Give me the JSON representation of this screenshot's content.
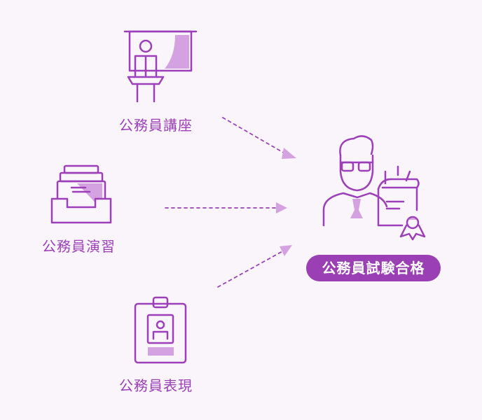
{
  "inputs": [
    {
      "label": "公務員講座"
    },
    {
      "label": "公務員演習"
    },
    {
      "label": "公務員表現"
    }
  ],
  "result": {
    "label": "公務員試験合格"
  },
  "colors": {
    "stroke": "#9c3fb8",
    "fill": "#d4a2e0",
    "badge": "#9b3fb5",
    "background": "#f9f5fb"
  }
}
